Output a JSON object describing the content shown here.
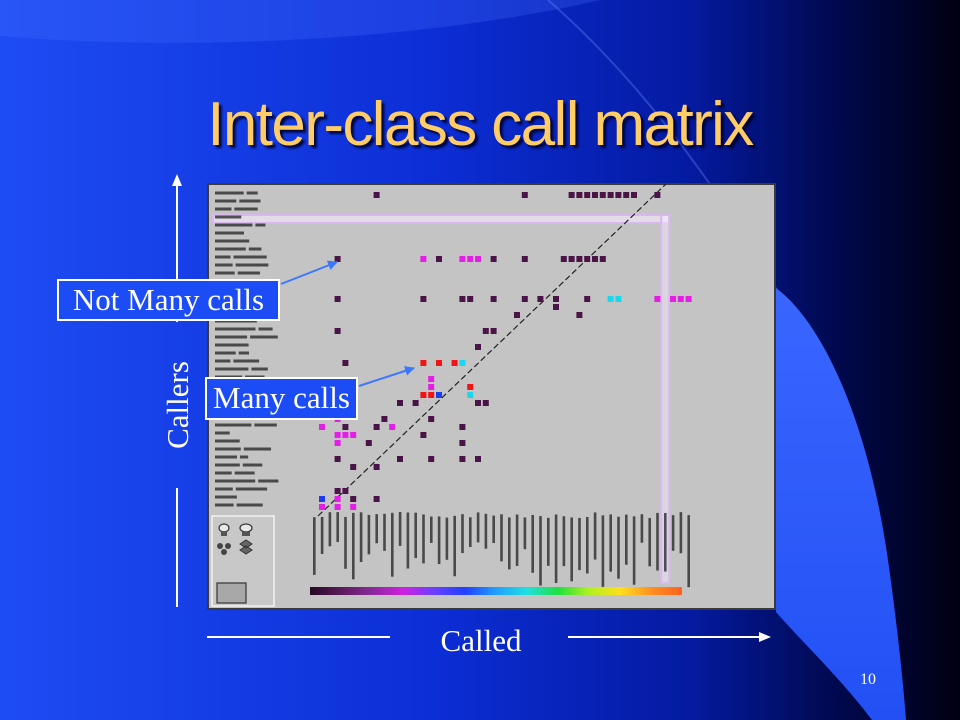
{
  "slide": {
    "title": "Inter-class call matrix",
    "page_number": "10"
  },
  "callouts": [
    {
      "id": "not-many-calls",
      "label": "Not Many calls"
    },
    {
      "id": "many-calls",
      "label": "Many calls"
    }
  ],
  "axes": {
    "y_label": "Callers",
    "x_label": "Called"
  },
  "colors": {
    "title": "#ffcc66",
    "callout_background": "#1c4cf6",
    "callout_border": "#ffffff",
    "arrow": "#3c78ff",
    "axis_lines": "#ffffff",
    "panel_background": "#c4c4c4",
    "selection_outline": "#d9b8f0"
  },
  "matrix": {
    "selected": {
      "row": 3,
      "col": 44
    },
    "palette": {
      "dark": "#4a1448",
      "magenta": "#e41ee6",
      "red": "#f01414",
      "blue": "#1c3cf0",
      "cyan": "#18d8f0"
    },
    "spectrum": [
      "#240a24",
      "#5a1a5a",
      "#8a2a9a",
      "#d020e0",
      "#6a40ff",
      "#2040ff",
      "#20a0ff",
      "#20e0e0",
      "#20e040",
      "#b0f020",
      "#ffe020",
      "#ff9020",
      "#ff6020"
    ],
    "cells": [
      [
        0,
        7,
        "dark"
      ],
      [
        0,
        26,
        "dark"
      ],
      [
        0,
        32,
        "dark"
      ],
      [
        0,
        33,
        "dark"
      ],
      [
        0,
        34,
        "dark"
      ],
      [
        0,
        35,
        "dark"
      ],
      [
        0,
        36,
        "dark"
      ],
      [
        0,
        37,
        "dark"
      ],
      [
        0,
        38,
        "dark"
      ],
      [
        0,
        39,
        "dark"
      ],
      [
        0,
        40,
        "dark"
      ],
      [
        0,
        43,
        "dark"
      ],
      [
        8,
        2,
        "dark"
      ],
      [
        8,
        13,
        "magenta"
      ],
      [
        8,
        15,
        "dark"
      ],
      [
        8,
        18,
        "magenta"
      ],
      [
        8,
        19,
        "magenta"
      ],
      [
        8,
        20,
        "magenta"
      ],
      [
        8,
        22,
        "dark"
      ],
      [
        8,
        26,
        "dark"
      ],
      [
        8,
        31,
        "dark"
      ],
      [
        8,
        32,
        "dark"
      ],
      [
        8,
        33,
        "dark"
      ],
      [
        8,
        34,
        "dark"
      ],
      [
        8,
        35,
        "dark"
      ],
      [
        8,
        36,
        "dark"
      ],
      [
        13,
        2,
        "dark"
      ],
      [
        13,
        13,
        "dark"
      ],
      [
        13,
        18,
        "dark"
      ],
      [
        13,
        19,
        "dark"
      ],
      [
        13,
        22,
        "dark"
      ],
      [
        13,
        26,
        "dark"
      ],
      [
        13,
        28,
        "dark"
      ],
      [
        13,
        30,
        "dark"
      ],
      [
        13,
        34,
        "dark"
      ],
      [
        13,
        37,
        "cyan"
      ],
      [
        13,
        38,
        "cyan"
      ],
      [
        13,
        43,
        "magenta"
      ],
      [
        13,
        45,
        "magenta"
      ],
      [
        13,
        46,
        "magenta"
      ],
      [
        13,
        47,
        "magenta"
      ],
      [
        14,
        30,
        "dark"
      ],
      [
        15,
        25,
        "dark"
      ],
      [
        15,
        33,
        "dark"
      ],
      [
        17,
        2,
        "dark"
      ],
      [
        17,
        21,
        "dark"
      ],
      [
        17,
        22,
        "dark"
      ],
      [
        19,
        20,
        "dark"
      ],
      [
        21,
        3,
        "dark"
      ],
      [
        21,
        13,
        "red"
      ],
      [
        21,
        15,
        "red"
      ],
      [
        21,
        17,
        "red"
      ],
      [
        21,
        18,
        "cyan"
      ],
      [
        23,
        14,
        "magenta"
      ],
      [
        24,
        14,
        "magenta"
      ],
      [
        24,
        19,
        "red"
      ],
      [
        25,
        13,
        "red"
      ],
      [
        25,
        14,
        "red"
      ],
      [
        25,
        15,
        "blue"
      ],
      [
        25,
        19,
        "cyan"
      ],
      [
        26,
        10,
        "dark"
      ],
      [
        26,
        12,
        "dark"
      ],
      [
        26,
        20,
        "dark"
      ],
      [
        26,
        21,
        "dark"
      ],
      [
        28,
        2,
        "magenta"
      ],
      [
        28,
        8,
        "dark"
      ],
      [
        28,
        14,
        "dark"
      ],
      [
        29,
        0,
        "magenta"
      ],
      [
        29,
        3,
        "dark"
      ],
      [
        29,
        7,
        "dark"
      ],
      [
        29,
        9,
        "magenta"
      ],
      [
        29,
        18,
        "dark"
      ],
      [
        30,
        2,
        "magenta"
      ],
      [
        30,
        3,
        "magenta"
      ],
      [
        30,
        4,
        "magenta"
      ],
      [
        30,
        13,
        "dark"
      ],
      [
        31,
        2,
        "magenta"
      ],
      [
        31,
        6,
        "dark"
      ],
      [
        31,
        18,
        "dark"
      ],
      [
        33,
        2,
        "dark"
      ],
      [
        33,
        10,
        "dark"
      ],
      [
        33,
        14,
        "dark"
      ],
      [
        33,
        18,
        "dark"
      ],
      [
        33,
        20,
        "dark"
      ],
      [
        34,
        4,
        "dark"
      ],
      [
        34,
        7,
        "dark"
      ],
      [
        37,
        2,
        "dark"
      ],
      [
        37,
        3,
        "dark"
      ],
      [
        38,
        0,
        "blue"
      ],
      [
        38,
        2,
        "magenta"
      ],
      [
        38,
        4,
        "dark"
      ],
      [
        38,
        7,
        "dark"
      ],
      [
        39,
        0,
        "magenta"
      ],
      [
        39,
        2,
        "magenta"
      ],
      [
        39,
        4,
        "magenta"
      ]
    ]
  }
}
